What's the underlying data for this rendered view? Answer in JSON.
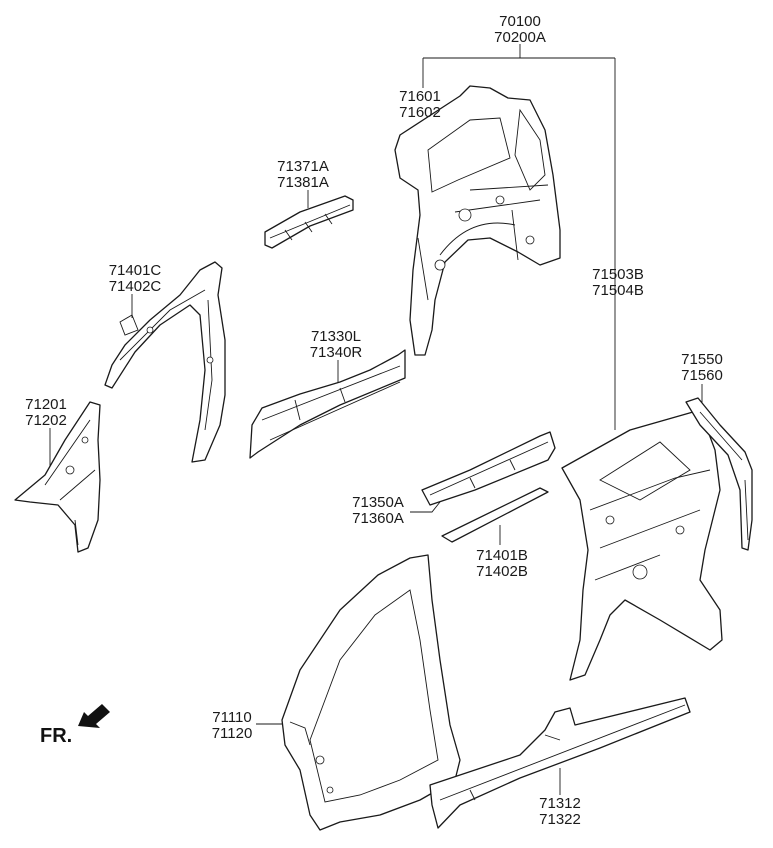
{
  "labels": {
    "l70100": [
      "70100",
      "70200A"
    ],
    "l71601": [
      "71601",
      "71602"
    ],
    "l71371": [
      "71371A",
      "71381A"
    ],
    "l71401c": [
      "71401C",
      "71402C"
    ],
    "l71503": [
      "71503B",
      "71504B"
    ],
    "l71330": [
      "71330L",
      "71340R"
    ],
    "l71550": [
      "71550",
      "71560"
    ],
    "l71201": [
      "71201",
      "71202"
    ],
    "l71350": [
      "71350A",
      "71360A"
    ],
    "l71401b": [
      "71401B",
      "71402B"
    ],
    "l71110": [
      "71110",
      "71120"
    ],
    "l71312": [
      "71312",
      "71322"
    ]
  },
  "direction": {
    "text": "FR.",
    "arrow_icon": "arrow-down-left-icon"
  },
  "colors": {
    "line": "#1a1a1a",
    "background": "#ffffff"
  }
}
